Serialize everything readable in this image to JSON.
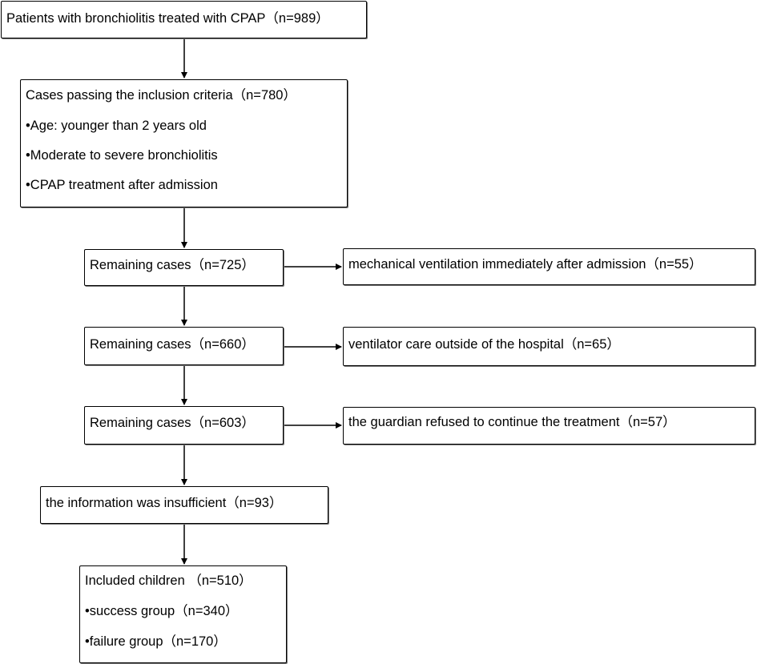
{
  "boxes": {
    "start": {
      "text": "Patients with bronchiolitis treated with CPAP（n=989）"
    },
    "inclusion": {
      "title": "Cases passing the inclusion criteria（n=780）",
      "criteria": [
        "•Age: younger than 2 years old",
        "•Moderate to severe bronchiolitis",
        "•CPAP treatment after admission"
      ]
    },
    "remaining1": {
      "text": "Remaining cases（n=725）"
    },
    "exclusion1": {
      "text": "mechanical ventilation immediately after admission（n=55）"
    },
    "remaining2": {
      "text": "Remaining cases（n=660）"
    },
    "exclusion2": {
      "text": "ventilator care outside of the hospital（n=65）"
    },
    "remaining3": {
      "text": "Remaining cases（n=603）"
    },
    "exclusion3": {
      "text": "the guardian refused to continue the treatment（n=57）"
    },
    "insufficient": {
      "text": "the information was insufficient（n=93）"
    },
    "included": {
      "title": "Included children （n=510）",
      "groups": [
        "•success group（n=340）",
        "•failure group（n=170）"
      ]
    }
  }
}
